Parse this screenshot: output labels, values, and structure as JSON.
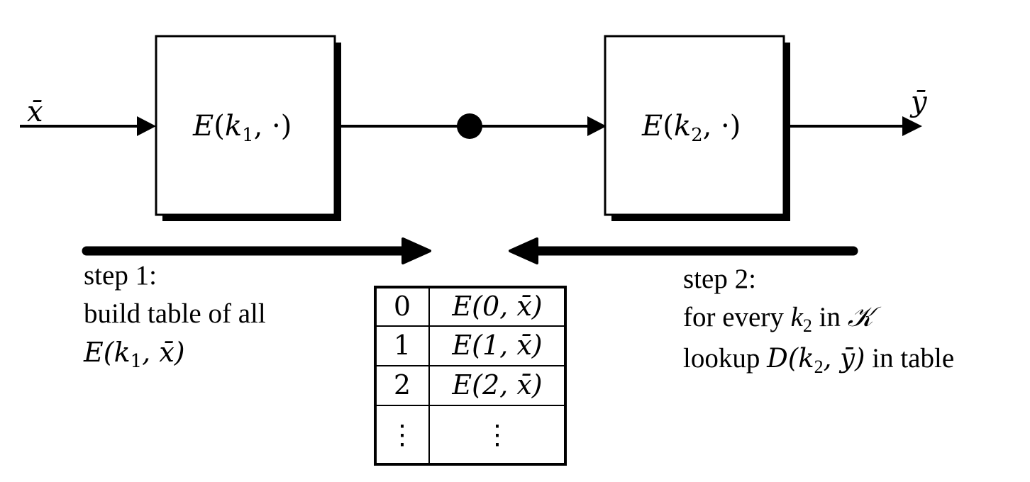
{
  "input_label": "x̄",
  "output_label": "ȳ",
  "block1": {
    "func": "E",
    "key": "k",
    "key_sub": "1",
    "rest": ", ·)"
  },
  "block2": {
    "func": "E",
    "key": "k",
    "key_sub": "2",
    "rest": ", ·)"
  },
  "step1": {
    "heading": "step 1:",
    "line1": "build table of all",
    "line2_func": "E(",
    "line2_key": "k",
    "line2_sub": "1",
    "line2_rest": ", x̄)"
  },
  "step2": {
    "heading": "step 2:",
    "line1_pre": "for every ",
    "line1_key": "k",
    "line1_sub": "2",
    "line1_mid": " in ",
    "line1_set": "𝒦",
    "line2_pre": "lookup ",
    "line2_func": "D(",
    "line2_key": "k",
    "line2_sub": "2",
    "line2_rest": ", ȳ)",
    "line2_post": " in table"
  },
  "table": {
    "rows": [
      {
        "index": "0",
        "value": "E(0, x̄)"
      },
      {
        "index": "1",
        "value": "E(1, x̄)"
      },
      {
        "index": "2",
        "value": "E(2, x̄)"
      },
      {
        "index": "⋮",
        "value": "⋮"
      }
    ]
  }
}
